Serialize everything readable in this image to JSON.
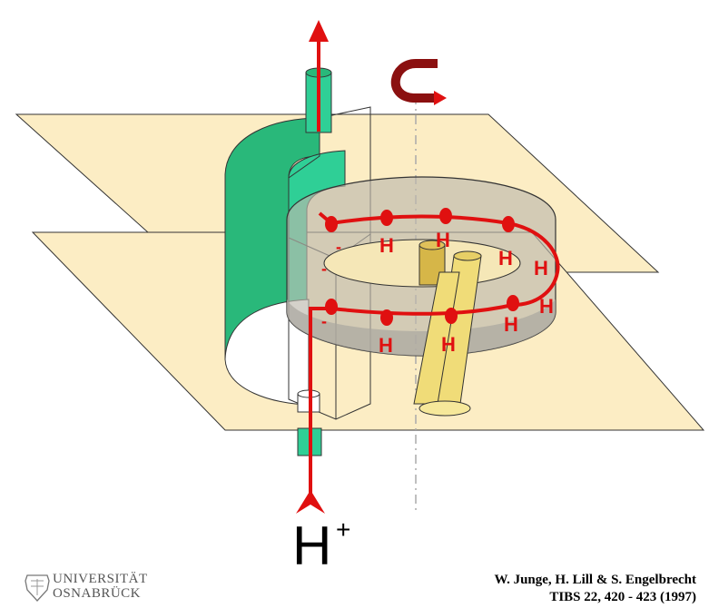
{
  "diagram": {
    "proton_symbol": "H",
    "proton_charge": "+",
    "ring_proton_label": "H",
    "ring_charge_label": "-",
    "colors": {
      "membrane": "#fcedc4",
      "channel_green": "#29b87a",
      "stalk_green": "#2fcf96",
      "ring_grey": "#bdb8ad",
      "proton_path_red": "#e01010",
      "rotation_arrow": "#8b1010",
      "rod_yellow": "#f0dc78"
    },
    "icons": {
      "rotation": "rotation-arrow-icon",
      "proton_inlet": "inlet-arrow-icon",
      "proton_outlet": "outlet-arrow-icon"
    }
  },
  "footer": {
    "logo_line1": "UNIVERSITÄT",
    "logo_line2": "OSNABRÜCK",
    "citation_line1": "W. Junge, H. Lill & S. Engelbrecht",
    "citation_line2": "TIBS 22, 420 - 423 (1997)"
  }
}
